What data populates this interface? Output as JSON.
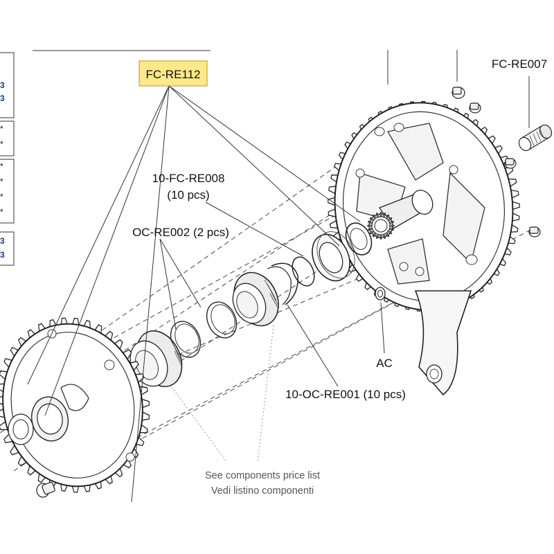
{
  "labels": {
    "fc_re112": "FC-RE112",
    "fc_re007": "FC-RE007",
    "fc_re008_line1": "10-FC-RE008",
    "fc_re008_line2": "(10 pcs)",
    "oc_re002": "OC-RE002 (2 pcs)",
    "oc_re001": "10-OC-RE001 (10 pcs)",
    "ac": "AC"
  },
  "note": {
    "line1": "See components price list",
    "line2": "Vedi listino componenti"
  },
  "margin_marks": {
    "star": "*",
    "blue_a": "3",
    "blue_b": "3"
  },
  "colors": {
    "highlight_fill": "#fde98a",
    "highlight_border": "#c9a820",
    "line": "#333333",
    "dashed": "#444444",
    "dotted": "#999999",
    "margin_blue": "#1d3a8a"
  }
}
